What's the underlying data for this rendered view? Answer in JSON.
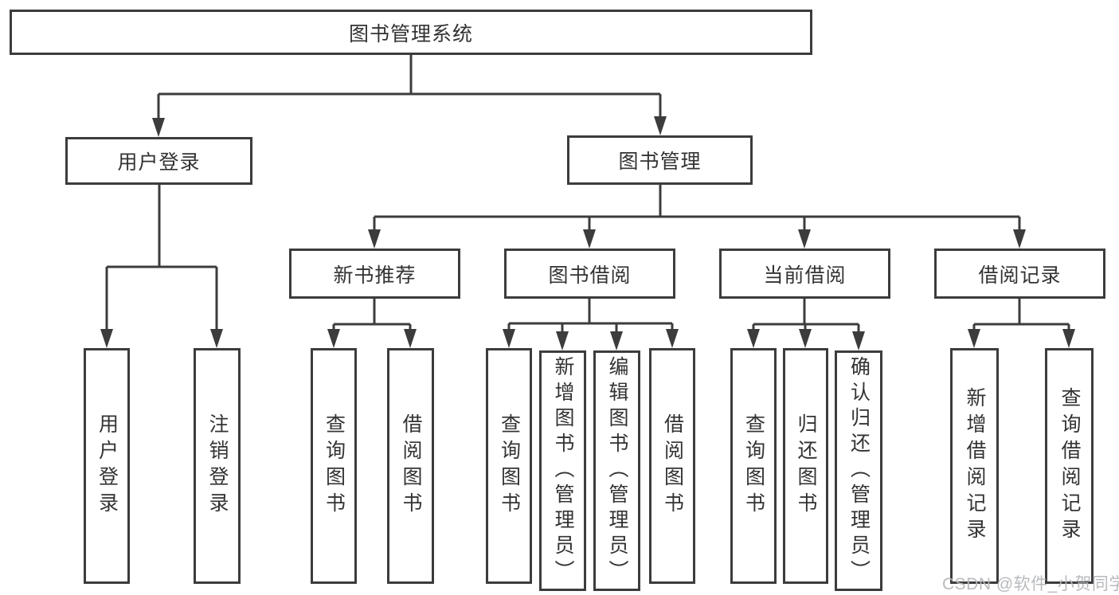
{
  "tree": {
    "label": "图书管理系统",
    "children": [
      {
        "label": "用户登录",
        "children": [
          {
            "label": "用户登录"
          },
          {
            "label": "注销登录"
          }
        ]
      },
      {
        "label": "图书管理",
        "children": [
          {
            "label": "新书推荐",
            "children": [
              {
                "label": "查询图书"
              },
              {
                "label": "借阅图书"
              }
            ]
          },
          {
            "label": "图书借阅",
            "children": [
              {
                "label": "查询图书"
              },
              {
                "label": "新增图书（管理员）"
              },
              {
                "label": "编辑图书（管理员）"
              },
              {
                "label": "借阅图书"
              }
            ]
          },
          {
            "label": "当前借阅",
            "children": [
              {
                "label": "查询图书"
              },
              {
                "label": "归还图书"
              },
              {
                "label": "确认归还（管理员）"
              }
            ]
          },
          {
            "label": "借阅记录",
            "children": [
              {
                "label": "新增借阅记录"
              },
              {
                "label": "查询借阅记录"
              }
            ]
          }
        ]
      }
    ]
  },
  "watermark": {
    "text": "CSDN @软件_小贺同学"
  },
  "colors": {
    "line": "#3c3c3c",
    "box_border": "#3c3c3c",
    "box_fill": "#ffffff",
    "text": "#333333",
    "watermark": "#b4b6ba"
  }
}
